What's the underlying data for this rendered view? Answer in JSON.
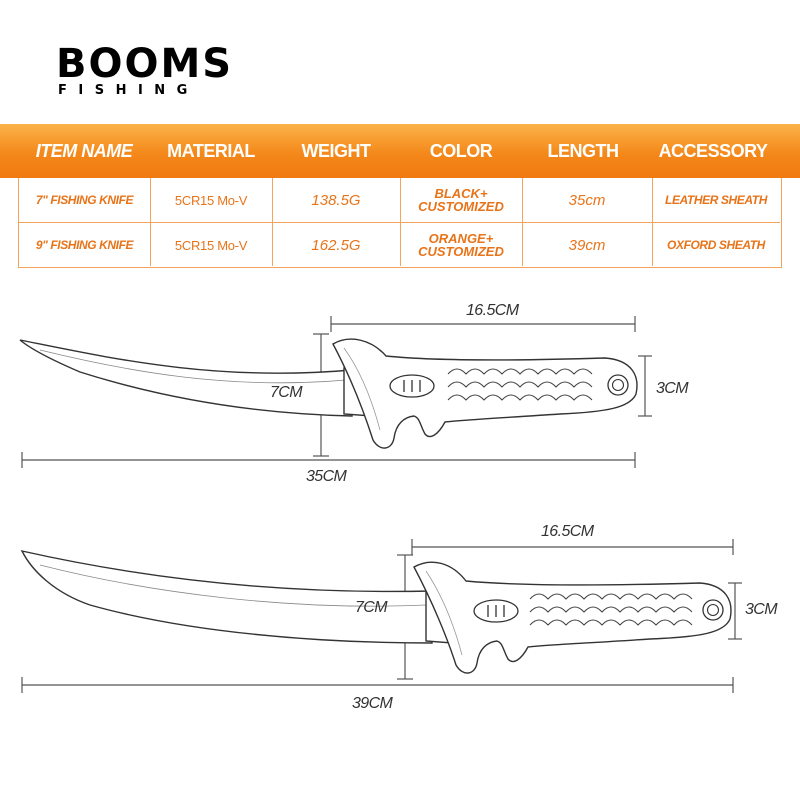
{
  "brand": {
    "name": "BOOMS",
    "sub": "FISHING"
  },
  "table": {
    "headers": [
      "ITEM NAME",
      "MATERIAL",
      "WEIGHT",
      "COLOR",
      "LENGTH",
      "ACCESSORY"
    ],
    "rows": [
      {
        "item": "7\"  FISHING KNIFE",
        "material": "5CR15 Mo-V",
        "weight": "138.5G",
        "color_line1": "BLACK+",
        "color_line2": "CUSTOMIZED",
        "length": "35cm",
        "accessory": "LEATHER SHEATH"
      },
      {
        "item": "9\"  FISHING KNIFE",
        "material": "5CR15 Mo-V",
        "weight": "162.5G",
        "color_line1": "ORANGE+",
        "color_line2": "CUSTOMIZED",
        "length": "39cm",
        "accessory": "OXFORD SHEATH"
      }
    ]
  },
  "knives": [
    {
      "handle_length": "16.5CM",
      "blade_height": "7CM",
      "handle_height": "3CM",
      "total_length": "35CM"
    },
    {
      "handle_length": "16.5CM",
      "blade_height": "7CM",
      "handle_height": "3CM",
      "total_length": "39CM"
    }
  ],
  "colors": {
    "accent": "#f4881a",
    "table_text": "#e8741a",
    "border": "#f4a35b"
  }
}
